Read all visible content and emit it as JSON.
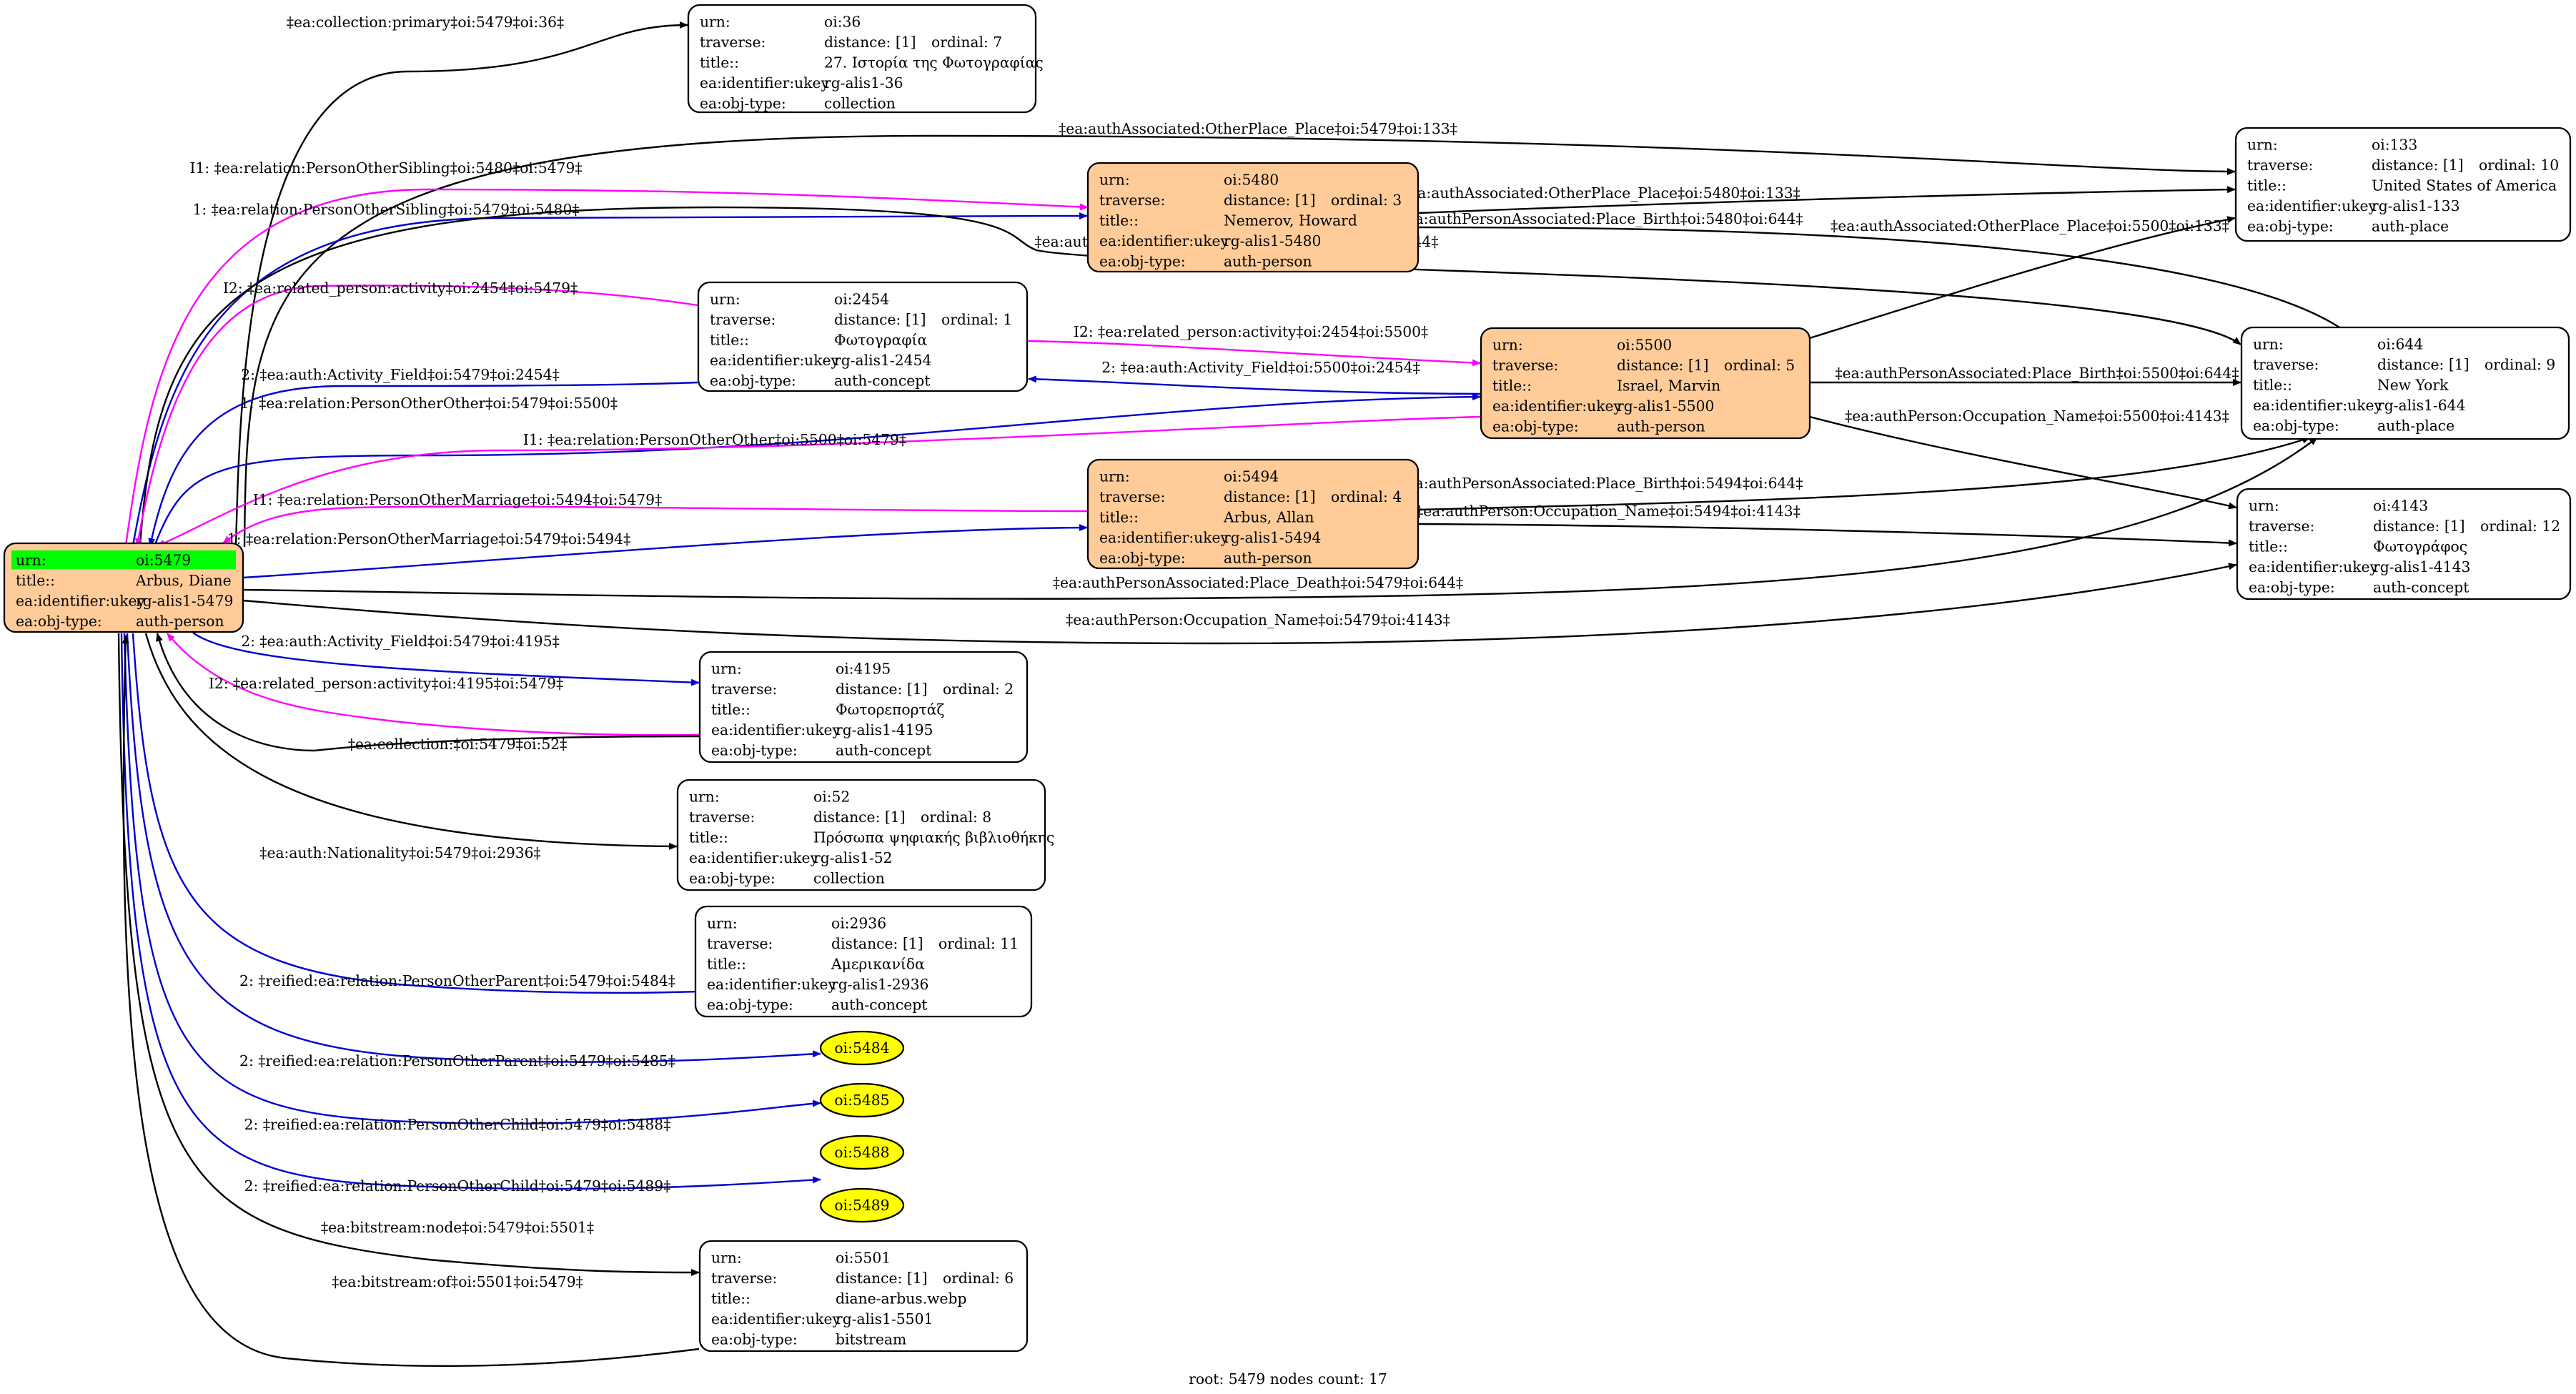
{
  "footer": "root: 5479 nodes count: 17",
  "colors": {
    "root_highlight": "#00ff00",
    "person_fill": "#ffcc99",
    "ellipse_fill": "#ffff00",
    "edge_direct": "#0000cc",
    "edge_inverse": "#ff00ff",
    "edge_default": "#000000"
  },
  "nodes": [
    {
      "id": "n5479",
      "style": "root",
      "rows": [
        [
          "urn:",
          "oi:5479"
        ],
        [
          "title::",
          "Arbus, Diane"
        ],
        [
          "ea:identifier:ukey",
          "rg-alis1-5479"
        ],
        [
          "ea:obj-type:",
          "auth-person"
        ]
      ]
    },
    {
      "id": "n36",
      "style": "plain",
      "rows": [
        [
          "urn:",
          "oi:36"
        ],
        [
          "traverse:",
          "distance: [1]",
          "ordinal: 7"
        ],
        [
          "title::",
          "27. Ιστορία της Φωτογραφίας"
        ],
        [
          "ea:identifier:ukey",
          "rg-alis1-36"
        ],
        [
          "ea:obj-type:",
          "collection"
        ]
      ]
    },
    {
      "id": "n5480",
      "style": "person",
      "rows": [
        [
          "urn:",
          "oi:5480"
        ],
        [
          "traverse:",
          "distance: [1]",
          "ordinal: 3"
        ],
        [
          "title::",
          "Nemerov, Howard"
        ],
        [
          "ea:identifier:ukey",
          "rg-alis1-5480"
        ],
        [
          "ea:obj-type:",
          "auth-person"
        ]
      ]
    },
    {
      "id": "n133",
      "style": "plain",
      "rows": [
        [
          "urn:",
          "oi:133"
        ],
        [
          "traverse:",
          "distance: [1]",
          "ordinal: 10"
        ],
        [
          "title::",
          "United States of America"
        ],
        [
          "ea:identifier:ukey",
          "rg-alis1-133"
        ],
        [
          "ea:obj-type:",
          "auth-place"
        ]
      ]
    },
    {
      "id": "n2454",
      "style": "plain",
      "rows": [
        [
          "urn:",
          "oi:2454"
        ],
        [
          "traverse:",
          "distance: [1]",
          "ordinal: 1"
        ],
        [
          "title::",
          "Φωτογραφία"
        ],
        [
          "ea:identifier:ukey",
          "rg-alis1-2454"
        ],
        [
          "ea:obj-type:",
          "auth-concept"
        ]
      ]
    },
    {
      "id": "n5500",
      "style": "person",
      "rows": [
        [
          "urn:",
          "oi:5500"
        ],
        [
          "traverse:",
          "distance: [1]",
          "ordinal: 5"
        ],
        [
          "title::",
          "Israel, Marvin"
        ],
        [
          "ea:identifier:ukey",
          "rg-alis1-5500"
        ],
        [
          "ea:obj-type:",
          "auth-person"
        ]
      ]
    },
    {
      "id": "n644",
      "style": "plain",
      "rows": [
        [
          "urn:",
          "oi:644"
        ],
        [
          "traverse:",
          "distance: [1]",
          "ordinal: 9"
        ],
        [
          "title::",
          "New York"
        ],
        [
          "ea:identifier:ukey",
          "rg-alis1-644"
        ],
        [
          "ea:obj-type:",
          "auth-place"
        ]
      ]
    },
    {
      "id": "n5494",
      "style": "person",
      "rows": [
        [
          "urn:",
          "oi:5494"
        ],
        [
          "traverse:",
          "distance: [1]",
          "ordinal: 4"
        ],
        [
          "title::",
          "Arbus, Allan"
        ],
        [
          "ea:identifier:ukey",
          "rg-alis1-5494"
        ],
        [
          "ea:obj-type:",
          "auth-person"
        ]
      ]
    },
    {
      "id": "n4143",
      "style": "plain",
      "rows": [
        [
          "urn:",
          "oi:4143"
        ],
        [
          "traverse:",
          "distance: [1]",
          "ordinal: 12"
        ],
        [
          "title::",
          "Φωτογράφος"
        ],
        [
          "ea:identifier:ukey",
          "rg-alis1-4143"
        ],
        [
          "ea:obj-type:",
          "auth-concept"
        ]
      ]
    },
    {
      "id": "n4195",
      "style": "plain",
      "rows": [
        [
          "urn:",
          "oi:4195"
        ],
        [
          "traverse:",
          "distance: [1]",
          "ordinal: 2"
        ],
        [
          "title::",
          "Φωτορεπορτάζ"
        ],
        [
          "ea:identifier:ukey",
          "rg-alis1-4195"
        ],
        [
          "ea:obj-type:",
          "auth-concept"
        ]
      ]
    },
    {
      "id": "n52",
      "style": "plain",
      "rows": [
        [
          "urn:",
          "oi:52"
        ],
        [
          "traverse:",
          "distance: [1]",
          "ordinal: 8"
        ],
        [
          "title::",
          "Πρόσωπα ψηφιακής βιβλιοθήκης"
        ],
        [
          "ea:identifier:ukey",
          "rg-alis1-52"
        ],
        [
          "ea:obj-type:",
          "collection"
        ]
      ]
    },
    {
      "id": "n2936",
      "style": "plain",
      "rows": [
        [
          "urn:",
          "oi:2936"
        ],
        [
          "traverse:",
          "distance: [1]",
          "ordinal: 11"
        ],
        [
          "title::",
          "Αμερικανίδα"
        ],
        [
          "ea:identifier:ukey",
          "rg-alis1-2936"
        ],
        [
          "ea:obj-type:",
          "auth-concept"
        ]
      ]
    },
    {
      "id": "n5501",
      "style": "plain",
      "rows": [
        [
          "urn:",
          "oi:5501"
        ],
        [
          "traverse:",
          "distance: [1]",
          "ordinal: 6"
        ],
        [
          "title::",
          "diane-arbus.webp"
        ],
        [
          "ea:identifier:ukey",
          "rg-alis1-5501"
        ],
        [
          "ea:obj-type:",
          "bitstream"
        ]
      ]
    },
    {
      "id": "e5484",
      "style": "ellipse",
      "label": "oi:5484"
    },
    {
      "id": "e5485",
      "style": "ellipse",
      "label": "oi:5485"
    },
    {
      "id": "e5488",
      "style": "ellipse",
      "label": "oi:5488"
    },
    {
      "id": "e5489",
      "style": "ellipse",
      "label": "oi:5489"
    }
  ],
  "edges": [
    {
      "id": "e01",
      "kind": "default",
      "label": "‡ea:collection:primary‡oi:5479‡oi:36‡"
    },
    {
      "id": "e02",
      "kind": "default",
      "label": "‡ea:authAssociated:OtherPlace_Place‡oi:5479‡oi:133‡"
    },
    {
      "id": "e03",
      "kind": "inverse",
      "label": "I1: ‡ea:relation:PersonOtherSibling‡oi:5480‡oi:5479‡"
    },
    {
      "id": "e04",
      "kind": "direct",
      "label": "1: ‡ea:relation:PersonOtherSibling‡oi:5479‡oi:5480‡"
    },
    {
      "id": "e05",
      "kind": "default",
      "label": "‡ea:authAssociated:OtherPlace_Place‡oi:5480‡oi:133‡"
    },
    {
      "id": "e06",
      "kind": "default",
      "label": "‡ea:authPersonAssociated:Place_Birth‡oi:5480‡oi:644‡"
    },
    {
      "id": "e07",
      "kind": "default",
      "label": "‡ea:authAssociated:OtherPlace_Place‡oi:5500‡oi:133‡"
    },
    {
      "id": "e08",
      "kind": "default",
      "label": "‡ea:authPersonAssociated:Place_Birth‡oi:5479‡oi:644‡"
    },
    {
      "id": "e09",
      "kind": "inverse",
      "label": "I2: ‡ea:related_person:activity‡oi:2454‡oi:5479‡"
    },
    {
      "id": "e10",
      "kind": "direct",
      "label": "2: ‡ea:auth:Activity_Field‡oi:5479‡oi:2454‡"
    },
    {
      "id": "e11",
      "kind": "inverse",
      "label": "I2: ‡ea:related_person:activity‡oi:2454‡oi:5500‡"
    },
    {
      "id": "e12",
      "kind": "direct",
      "label": "2: ‡ea:auth:Activity_Field‡oi:5500‡oi:2454‡"
    },
    {
      "id": "e13",
      "kind": "default",
      "label": "‡ea:authPersonAssociated:Place_Birth‡oi:5500‡oi:644‡"
    },
    {
      "id": "e14",
      "kind": "direct",
      "label": "1: ‡ea:relation:PersonOtherOther‡oi:5479‡oi:5500‡"
    },
    {
      "id": "e15",
      "kind": "default",
      "label": "‡ea:authPerson:Occupation_Name‡oi:5500‡oi:4143‡"
    },
    {
      "id": "e16",
      "kind": "inverse",
      "label": "I1: ‡ea:relation:PersonOtherOther‡oi:5500‡oi:5479‡"
    },
    {
      "id": "e17",
      "kind": "inverse",
      "label": "I1: ‡ea:relation:PersonOtherMarriage‡oi:5494‡oi:5479‡"
    },
    {
      "id": "e18",
      "kind": "default",
      "label": "‡ea:authPersonAssociated:Place_Birth‡oi:5494‡oi:644‡"
    },
    {
      "id": "e19",
      "kind": "direct",
      "label": "1: ‡ea:relation:PersonOtherMarriage‡oi:5479‡oi:5494‡"
    },
    {
      "id": "e20",
      "kind": "default",
      "label": "‡ea:authPerson:Occupation_Name‡oi:5494‡oi:4143‡"
    },
    {
      "id": "e21",
      "kind": "default",
      "label": "‡ea:authPersonAssociated:Place_Death‡oi:5479‡oi:644‡"
    },
    {
      "id": "e22",
      "kind": "default",
      "label": "‡ea:authPerson:Occupation_Name‡oi:5479‡oi:4143‡"
    },
    {
      "id": "e23",
      "kind": "direct",
      "label": "2: ‡ea:auth:Activity_Field‡oi:5479‡oi:4195‡"
    },
    {
      "id": "e24",
      "kind": "inverse",
      "label": "I2: ‡ea:related_person:activity‡oi:4195‡oi:5479‡"
    },
    {
      "id": "e25",
      "kind": "default",
      "label": "‡ea:collection:‡oi:5479‡oi:52‡"
    },
    {
      "id": "e26",
      "kind": "default",
      "label": "‡ea:auth:Nationality‡oi:5479‡oi:2936‡"
    },
    {
      "id": "e27",
      "kind": "direct",
      "label": "2: ‡reified:ea:relation:PersonOtherParent‡oi:5479‡oi:5484‡"
    },
    {
      "id": "e28",
      "kind": "direct",
      "label": "2: ‡reified:ea:relation:PersonOtherParent‡oi:5479‡oi:5485‡"
    },
    {
      "id": "e29",
      "kind": "direct",
      "label": "2: ‡reified:ea:relation:PersonOtherChild‡oi:5479‡oi:5488‡"
    },
    {
      "id": "e30",
      "kind": "direct",
      "label": "2: ‡reified:ea:relation:PersonOtherChild‡oi:5479‡oi:5489‡"
    },
    {
      "id": "e31",
      "kind": "default",
      "label": "‡ea:bitstream:node‡oi:5479‡oi:5501‡"
    },
    {
      "id": "e32",
      "kind": "default",
      "label": "‡ea:bitstream:of‡oi:5501‡oi:5479‡"
    }
  ]
}
